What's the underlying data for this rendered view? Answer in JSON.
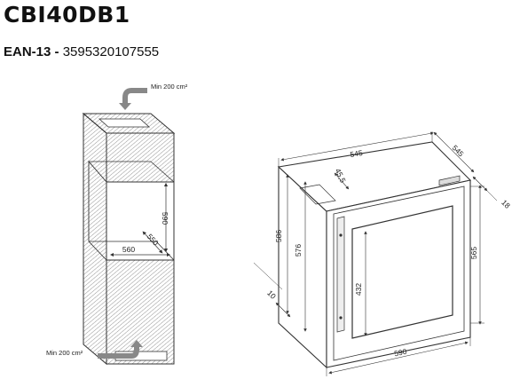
{
  "product": {
    "model": "CBI40DB1",
    "ean_label": "EAN-13 -",
    "ean_value": "3595320107555"
  },
  "installation_view": {
    "top_vent": "Min 200 cm²",
    "bottom_vent": "Min 200 cm²",
    "niche_height": "590",
    "niche_width": "560",
    "niche_depth": "550"
  },
  "appliance_view": {
    "depth_top": "545",
    "depth_side": "545",
    "door_offset": "45,5",
    "door_thickness": "18",
    "body_height": "586",
    "inner_height": "576",
    "door_height": "565",
    "plinth_gap": "10",
    "glass_height": "432",
    "width": "590"
  }
}
